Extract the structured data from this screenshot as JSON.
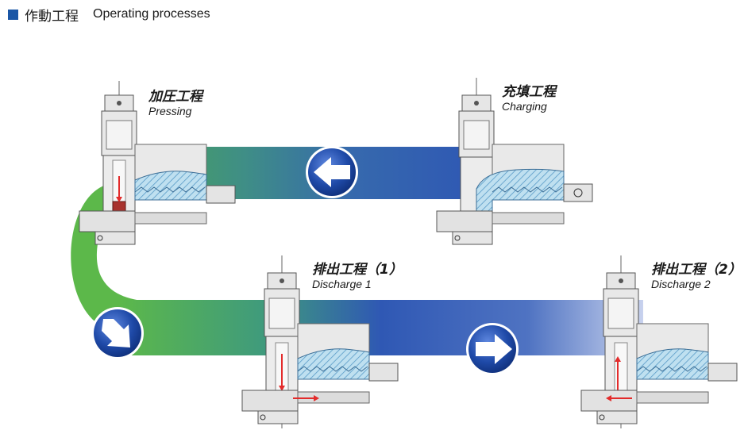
{
  "header": {
    "title_jp": "作動工程",
    "title_en": "Operating processes"
  },
  "colors": {
    "header_square": "#1a56a6",
    "flow_green": "#5cb84a",
    "flow_teal": "#3b8d8a",
    "flow_blue": "#2f58b4",
    "flow_light": "#b9c6ea",
    "arrow_red": "#e32b2b",
    "hatch_blue": "#7fb7d6"
  },
  "steps": [
    {
      "jp": "加圧工程",
      "en": "Pressing"
    },
    {
      "jp": "充填工程",
      "en": "Charging"
    },
    {
      "jp": "排出工程（1）",
      "en": "Discharge 1"
    },
    {
      "jp": "排出工程（2）",
      "en": "Discharge 2"
    }
  ],
  "flow_arrows": [
    {
      "icon": "arrow-left-icon"
    },
    {
      "icon": "arrow-down-right-icon"
    },
    {
      "icon": "arrow-right-icon"
    }
  ]
}
